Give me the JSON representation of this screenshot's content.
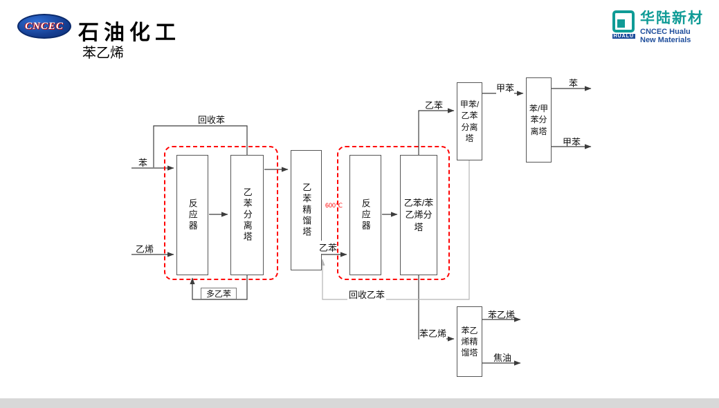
{
  "header": {
    "logo_text": "CNCEC",
    "brand_title": "石油化工",
    "slide_title": "苯乙烯"
  },
  "hualu": {
    "name": "华陆新材",
    "line1": "CNCEC Hualu",
    "line2": "New Materials",
    "badge": "HUALU"
  },
  "diagram": {
    "units": [
      {
        "id": "reactor-1",
        "label": "反应器"
      },
      {
        "id": "eb-separation-tower",
        "label": "乙苯分离塔"
      },
      {
        "id": "eb-distillation-tower",
        "label": "乙苯精馏塔"
      },
      {
        "id": "reactor-2",
        "label": "反应器"
      },
      {
        "id": "eb-styrene-separation-tower",
        "label": "乙苯/苯乙烯分塔"
      },
      {
        "id": "toluene-eb-separation-tower",
        "label": "甲苯/乙苯分离塔"
      },
      {
        "id": "benzene-toluene-separation-tower",
        "label": "苯/甲苯分离塔"
      },
      {
        "id": "styrene-distillation-tower",
        "label": "苯乙烯精馏塔"
      }
    ],
    "labels": {
      "benzene_feed": "苯",
      "ethylene_feed": "乙烯",
      "recycle_benzene": "回收苯",
      "poly_eb": "多乙苯",
      "eb_feed": "乙苯",
      "temperature": "600℃",
      "recycle_eb": "回收乙苯",
      "eb_overhead": "乙苯",
      "toluene_mid": "甲苯",
      "benzene_product": "苯",
      "toluene_product": "甲苯",
      "styrene_stream": "苯乙烯",
      "styrene_product": "苯乙烯",
      "tar_product": "焦油"
    }
  },
  "colors": {
    "accent_red": "#ff0000",
    "hualu_teal": "#0f9b96",
    "hualu_blue": "#1f4e9c",
    "line": "#3c3c3c",
    "recycle_gray": "#b5b5b5",
    "footer_gray": "#d8d8d8"
  }
}
